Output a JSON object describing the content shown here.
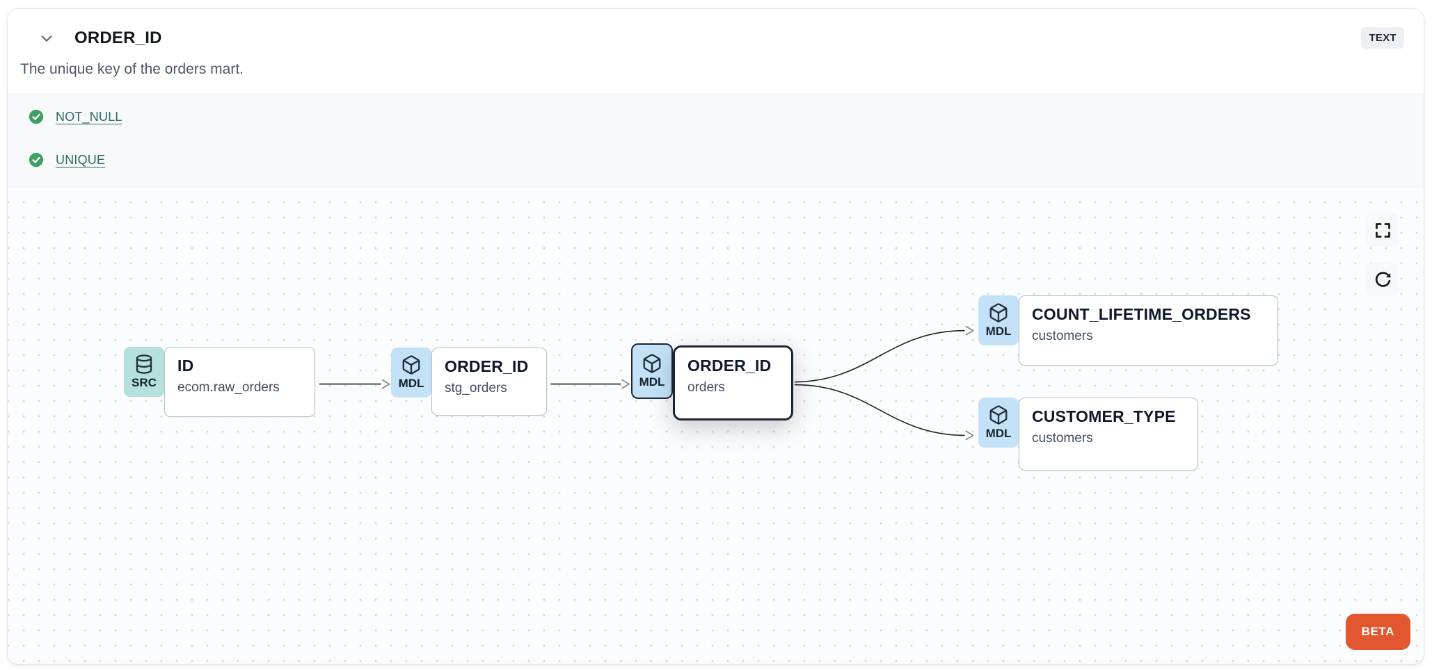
{
  "panel": {
    "header": {
      "title": "ORDER_ID",
      "type_badge": "TEXT",
      "description": "The unique key of the orders mart."
    },
    "tests": {
      "items": [
        {
          "label": "NOT_NULL",
          "status": "pass",
          "status_icon": "check-circle"
        },
        {
          "label": "UNIQUE",
          "status": "pass",
          "status_icon": "check-circle"
        }
      ]
    },
    "lineage": {
      "beta_label": "BETA",
      "controls": [
        {
          "name": "fullscreen",
          "icon": "fullscreen-icon"
        },
        {
          "name": "refresh",
          "icon": "refresh-icon"
        }
      ],
      "nodes": [
        {
          "badge": "SRC",
          "icon": "database",
          "title": "ID",
          "subtitle": "ecom.raw_orders",
          "highlighted": false
        },
        {
          "badge": "MDL",
          "icon": "cube",
          "title": "ORDER_ID",
          "subtitle": "stg_orders",
          "highlighted": false
        },
        {
          "badge": "MDL",
          "icon": "cube",
          "title": "ORDER_ID",
          "subtitle": "orders",
          "highlighted": true
        },
        {
          "badge": "MDL",
          "icon": "cube",
          "title": "COUNT_LIFETIME_ORDERS",
          "subtitle": "customers",
          "highlighted": false
        },
        {
          "badge": "MDL",
          "icon": "cube",
          "title": "CUSTOMER_TYPE",
          "subtitle": "customers",
          "highlighted": false
        }
      ],
      "edges": [
        {
          "from": "ID (ecom.raw_orders)",
          "to": "ORDER_ID (stg_orders)"
        },
        {
          "from": "ORDER_ID (stg_orders)",
          "to": "ORDER_ID (orders)"
        },
        {
          "from": "ORDER_ID (orders)",
          "to": "COUNT_LIFETIME_ORDERS (customers)"
        },
        {
          "from": "ORDER_ID (orders)",
          "to": "CUSTOMER_TYPE (customers)"
        }
      ]
    }
  },
  "colors": {
    "src_badge": "#b5e0db",
    "mdl_badge": "#c3e2f8",
    "test_pass_green": "#3f9e63",
    "test_link_teal": "#2f6a63",
    "beta_orange": "#e2572f",
    "highlight_border": "#1b2534",
    "tests_section_bg": "#f6f8fa",
    "canvas_bg": "#fbfcfd"
  }
}
